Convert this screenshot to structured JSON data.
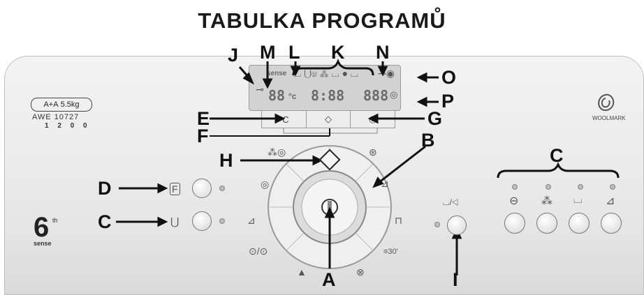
{
  "title": "TABULKA PROGRAMŮ",
  "brand": {
    "energy_class": "A+A",
    "capacity": "5.5kg",
    "model": "AWE 10727",
    "spin": "1 2 0 0",
    "woolmark": "WOOLMARK",
    "sixth_sense": "6",
    "sixth_sup": "th",
    "sense_word": "sense"
  },
  "display": {
    "seg_temp": "88",
    "temp_unit": "°c",
    "seg_time": "8:88",
    "seg_spin": "888",
    "sense_word": "sense"
  },
  "buttons": {
    "temp": "°C",
    "start_pause_symbol": "◇",
    "spin_symbol": "◎"
  },
  "labels": {
    "A": "A",
    "B": "B",
    "C": "C",
    "D": "D",
    "E": "E",
    "F": "F",
    "G": "G",
    "H": "H",
    "I": "I",
    "J": "J",
    "K": "K",
    "L": "L",
    "M": "M",
    "N": "N",
    "O": "O",
    "P": "P"
  },
  "colors": {
    "panel": "#e9e9e9",
    "display": "#d2d2d2",
    "text": "#111111"
  }
}
